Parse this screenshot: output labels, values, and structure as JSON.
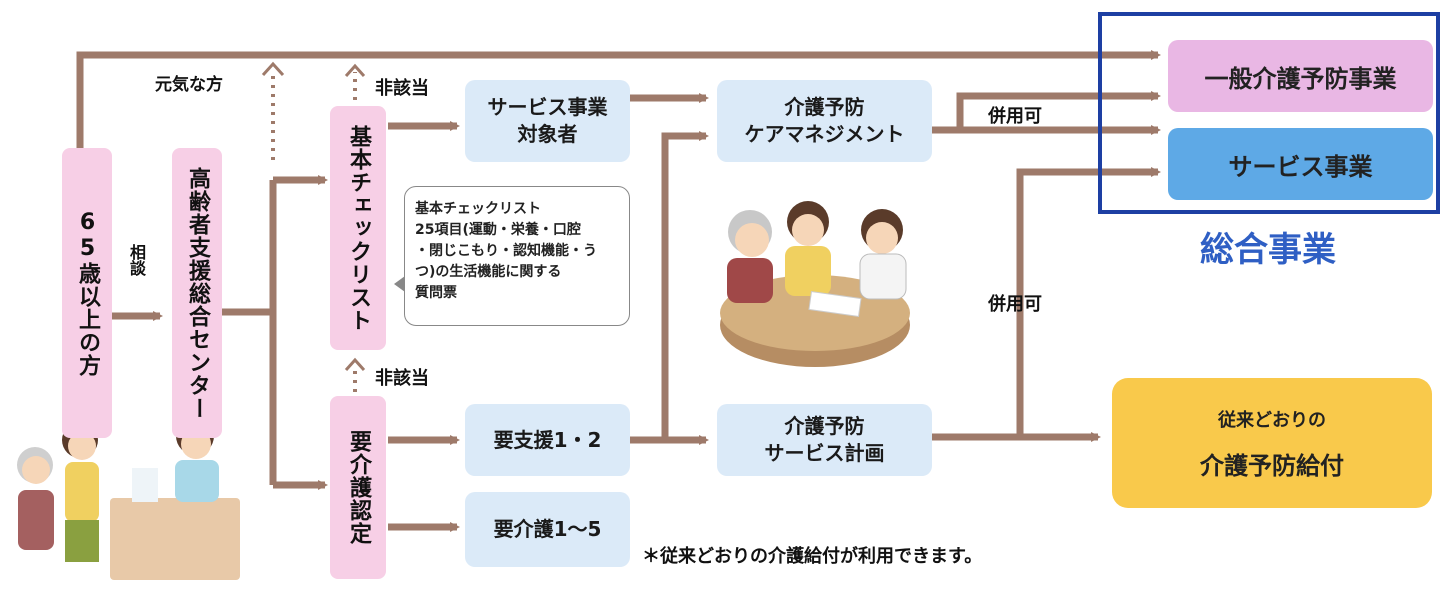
{
  "colors": {
    "arrow": "#9e7a6a",
    "pink_box": "#f7cfe6",
    "light_blue_box": "#dbeaf8",
    "service_blue": "#5ea9e6",
    "general_pink": "#e9b7e4",
    "frame_blue": "#1d3fa3",
    "orange": "#f9c94b",
    "title_blue": "#2f5fc4"
  },
  "nodes": {
    "age65": "65歳以上の方",
    "center": "高齢者支援総合センター",
    "checklist": "基本チェックリスト",
    "care_cert": "要介護認定",
    "service_target": "サービス事業\n対象者",
    "care_mgmt": "介護予防\nケアマネジメント",
    "support": "要支援1・2",
    "prev_plan": "介護予防\nサービス計画",
    "care15": "要介護1～5",
    "general": "一般介護予防事業",
    "service": "サービス事業",
    "conventional_line1": "従来どおりの",
    "conventional_line2": "介護予防給付"
  },
  "labels": {
    "genki": "元気な方",
    "soudan": "相談",
    "higaitou_top": "非該当",
    "higaitou_mid": "非該当",
    "heiyou_top": "併用可",
    "heiyou_mid": "併用可",
    "sougou": "総合事業",
    "footnote": "＊従来どおりの介護給付が利用できます。"
  },
  "callout": "基本チェックリスト\n25項目(運動・栄養・口腔\n・閉じこもり・認知機能・う\nつ)の生活機能に関する\n質問票"
}
